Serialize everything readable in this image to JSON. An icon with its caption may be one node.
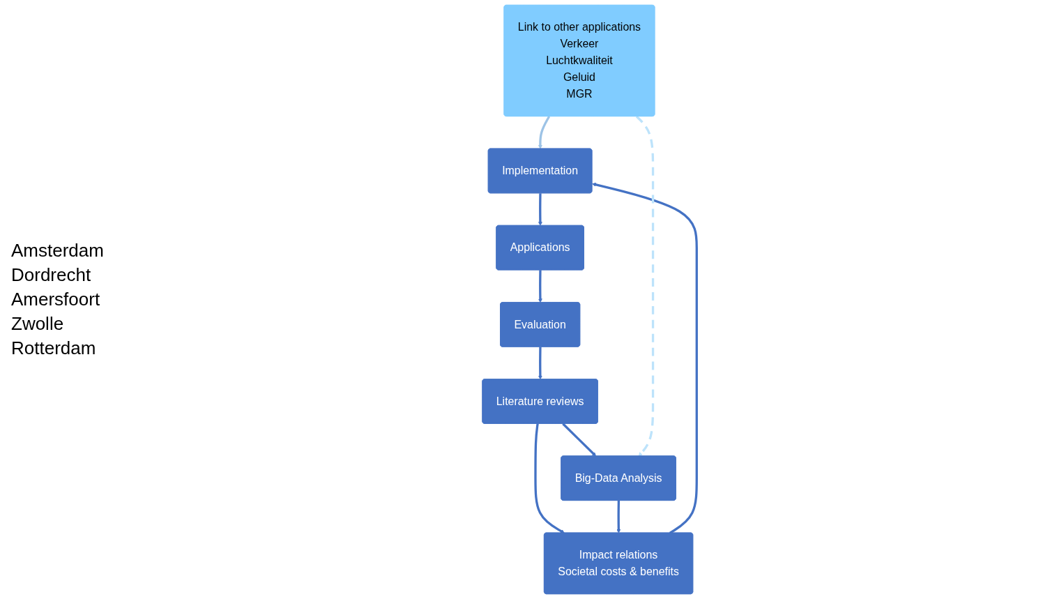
{
  "diagram": {
    "nodes": [
      {
        "text": [
          "Literature reviews"
        ]
      },
      {
        "text": [
          "Big-Data Analysis"
        ]
      },
      {
        "text": [
          "Evaluation"
        ]
      },
      {
        "text": [
          "Impact relations",
          "Societal costs & benefits"
        ]
      },
      {
        "text": [
          "Applications"
        ],
        "beside": [
          "Amsterdam",
          "Dordrecht",
          "Amersfoort",
          "Zwolle",
          "Rotterdam"
        ]
      },
      {
        "text": [
          "Implementation"
        ]
      },
      {
        "text": [
          "Link to other applications",
          "Verkeer",
          "Luchtkwaliteit",
          "Geluid",
          "MGR"
        ]
      }
    ],
    "edges": [
      {
        "from": 0,
        "to": 1,
        "arrow": "to"
      },
      {
        "from": 0,
        "to": 3,
        "arrow": "to"
      },
      {
        "from": 1,
        "to": 3,
        "arrow": "to"
      },
      {
        "from": 3,
        "to": 5,
        "arrow": "to"
      },
      {
        "from": 5,
        "to": 4,
        "arrow": "to"
      },
      {
        "from": 4,
        "to": 2,
        "arrow": "to"
      },
      {
        "from": 2,
        "to": 0,
        "arrow": "to"
      },
      {
        "from": 6,
        "to": 5,
        "arrow": "to",
        "color": "#9dc3e6"
      },
      {
        "from": 6,
        "to": 1,
        "arrow": "to",
        "style": "dashed",
        "color": "#bde3fb"
      }
    ]
  }
}
